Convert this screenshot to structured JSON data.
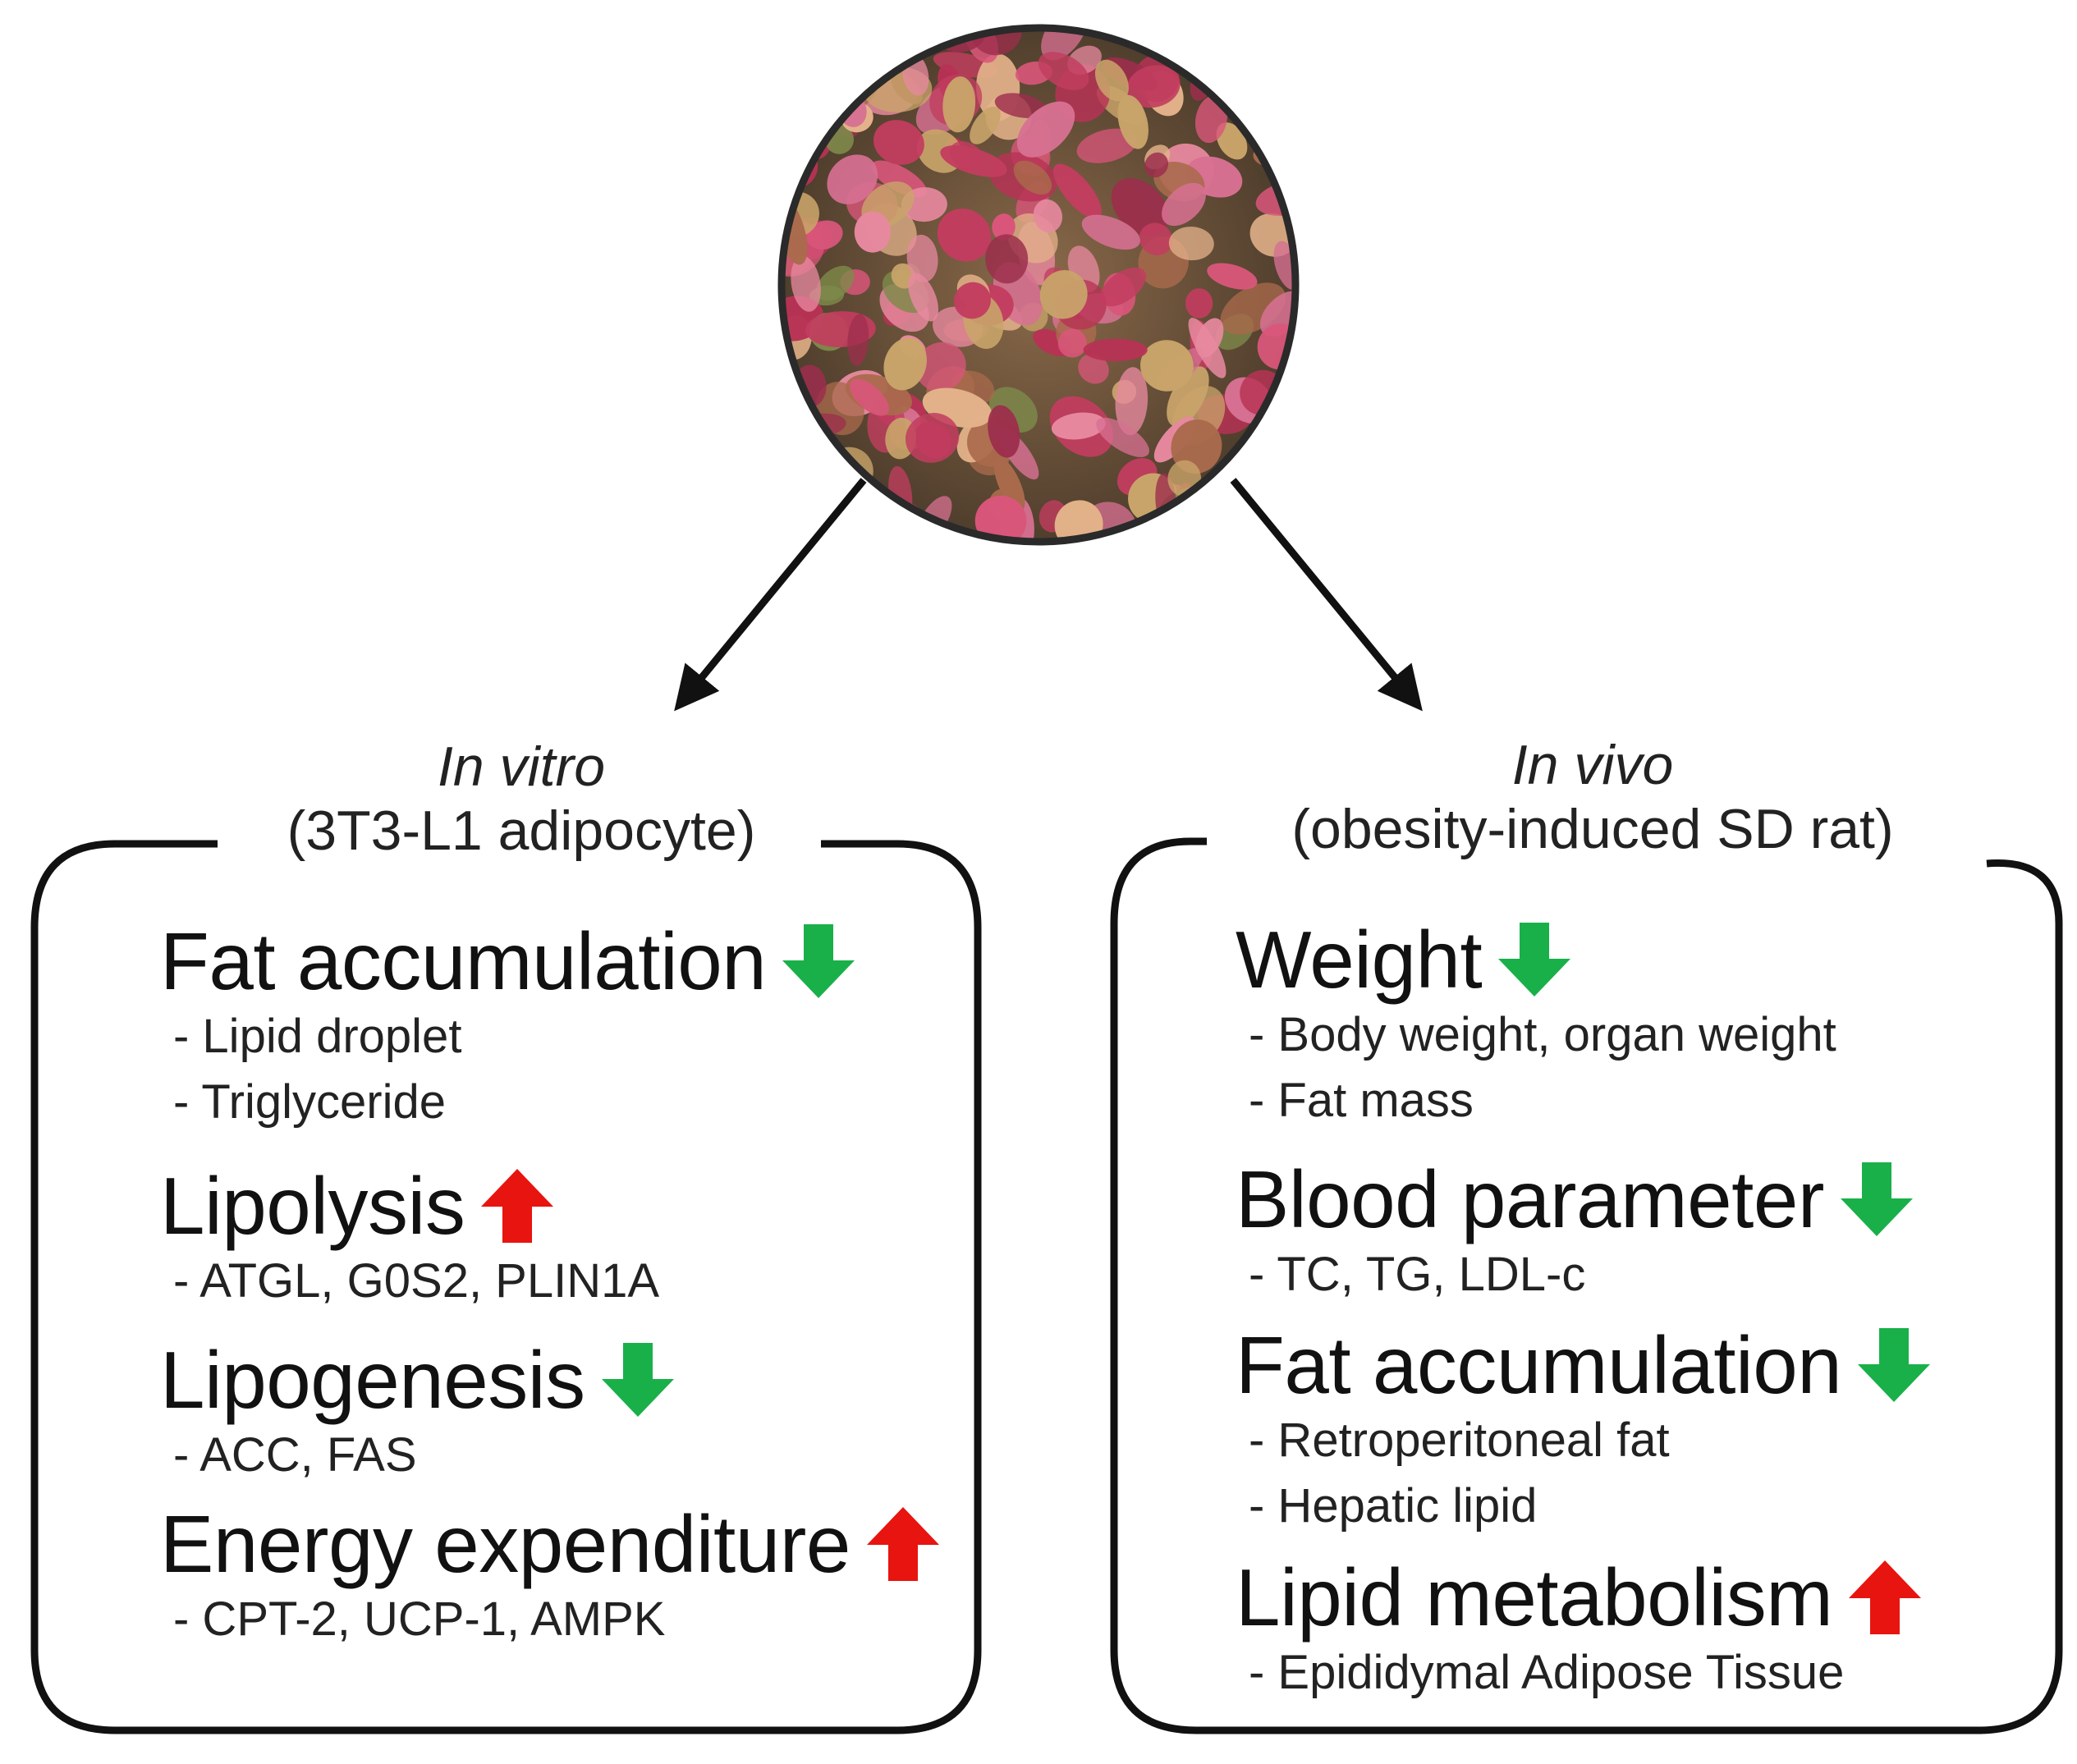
{
  "colors": {
    "up_arrow": "#e8140f",
    "down_arrow": "#19b04a",
    "box_stroke": "#111111",
    "connector": "#111111"
  },
  "image": {
    "description_icon": "dried-rose-buds-photo"
  },
  "in_vitro": {
    "title_italic": "In vitro",
    "title_sub": "(3T3-L1 adipocyte)",
    "items": [
      {
        "heading": "Fat accumulation",
        "direction": "down",
        "details": [
          "- Lipid droplet",
          "- Triglyceride"
        ]
      },
      {
        "heading": "Lipolysis",
        "direction": "up",
        "details": [
          "- ATGL, G0S2, PLIN1A"
        ]
      },
      {
        "heading": "Lipogenesis",
        "direction": "down",
        "details": [
          "- ACC, FAS"
        ]
      },
      {
        "heading": "Energy expenditure",
        "direction": "up",
        "details": [
          "- CPT-2, UCP-1, AMPK"
        ]
      }
    ]
  },
  "in_vivo": {
    "title_italic": "In vivo",
    "title_sub": "(obesity-induced SD rat)",
    "items": [
      {
        "heading": "Weight",
        "direction": "down",
        "details": [
          "- Body weight, organ weight",
          "- Fat mass"
        ]
      },
      {
        "heading": "Blood parameter",
        "direction": "down",
        "details": [
          "- TC, TG, LDL-c"
        ]
      },
      {
        "heading": "Fat accumulation",
        "direction": "down",
        "details": [
          "- Retroperitoneal fat",
          "- Hepatic lipid"
        ]
      },
      {
        "heading": "Lipid metabolism",
        "direction": "up",
        "details": [
          "- Epididymal Adipose Tissue"
        ]
      }
    ]
  }
}
